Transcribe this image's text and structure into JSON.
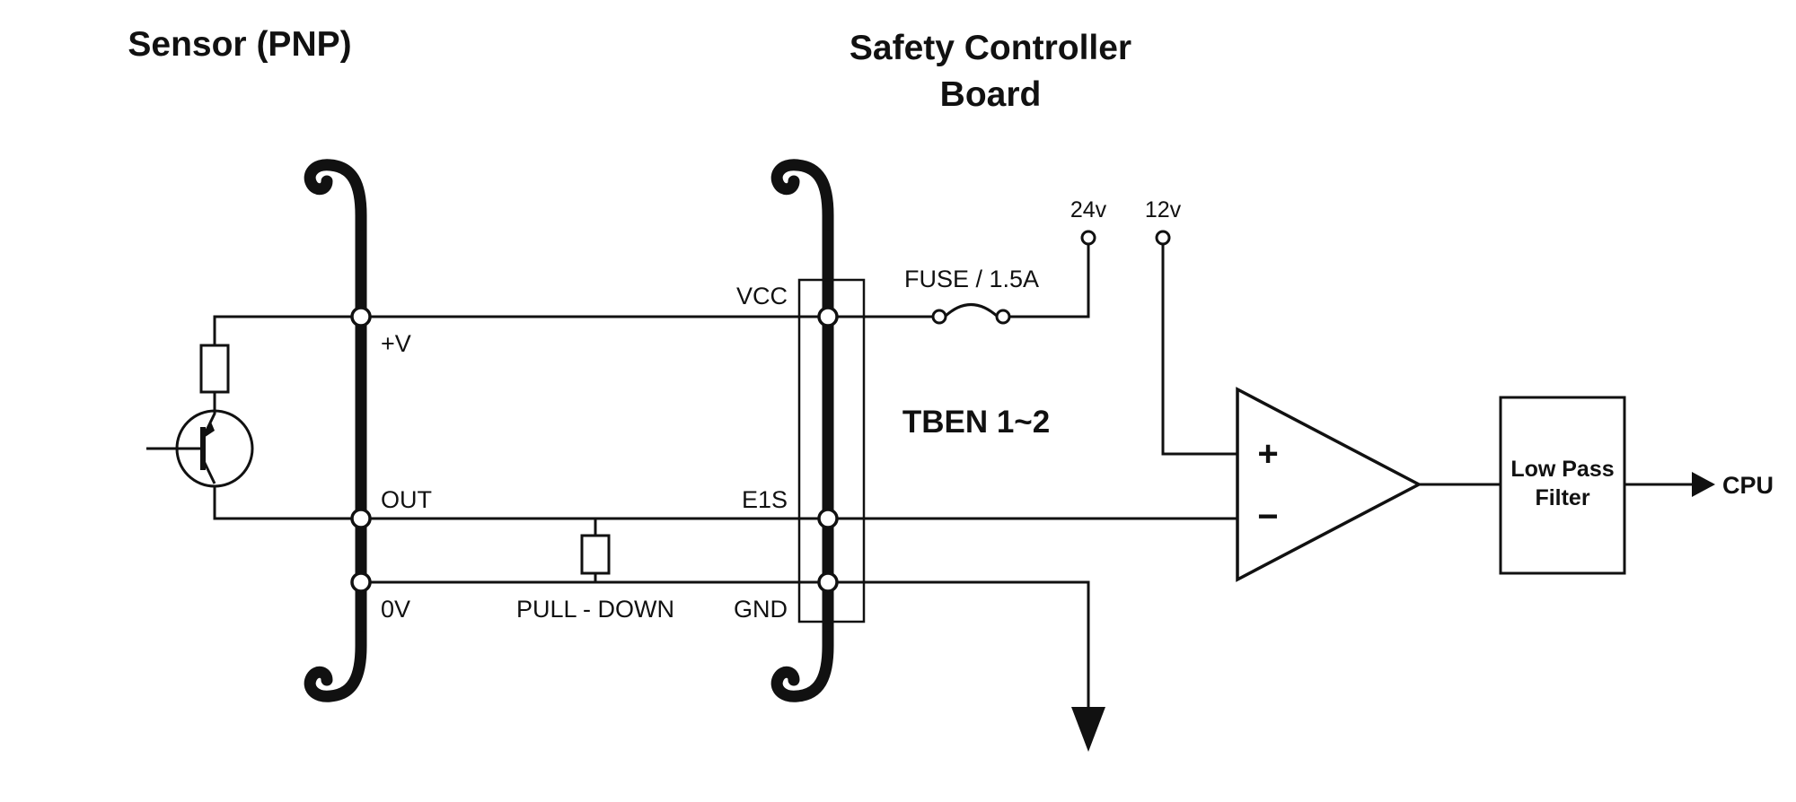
{
  "titles": {
    "sensor": "Sensor (PNP)",
    "controller_line1": "Safety Controller",
    "controller_line2": "Board"
  },
  "pins": {
    "plus_v": "+V",
    "vcc": "VCC",
    "out": "OUT",
    "e1s": "E1S",
    "zero_v": "0V",
    "gnd": "GND"
  },
  "components": {
    "pull_down": "PULL - DOWN",
    "tben": "TBEN 1~2",
    "fuse": "FUSE / 1.5A",
    "supply_24v": "24v",
    "supply_12v": "12v",
    "opamp_plus": "+",
    "opamp_minus": "−",
    "lpf_line1": "Low Pass",
    "lpf_line2": "Filter",
    "cpu": "CPU"
  },
  "colors": {
    "line": "#111111",
    "background": "#ffffff"
  }
}
